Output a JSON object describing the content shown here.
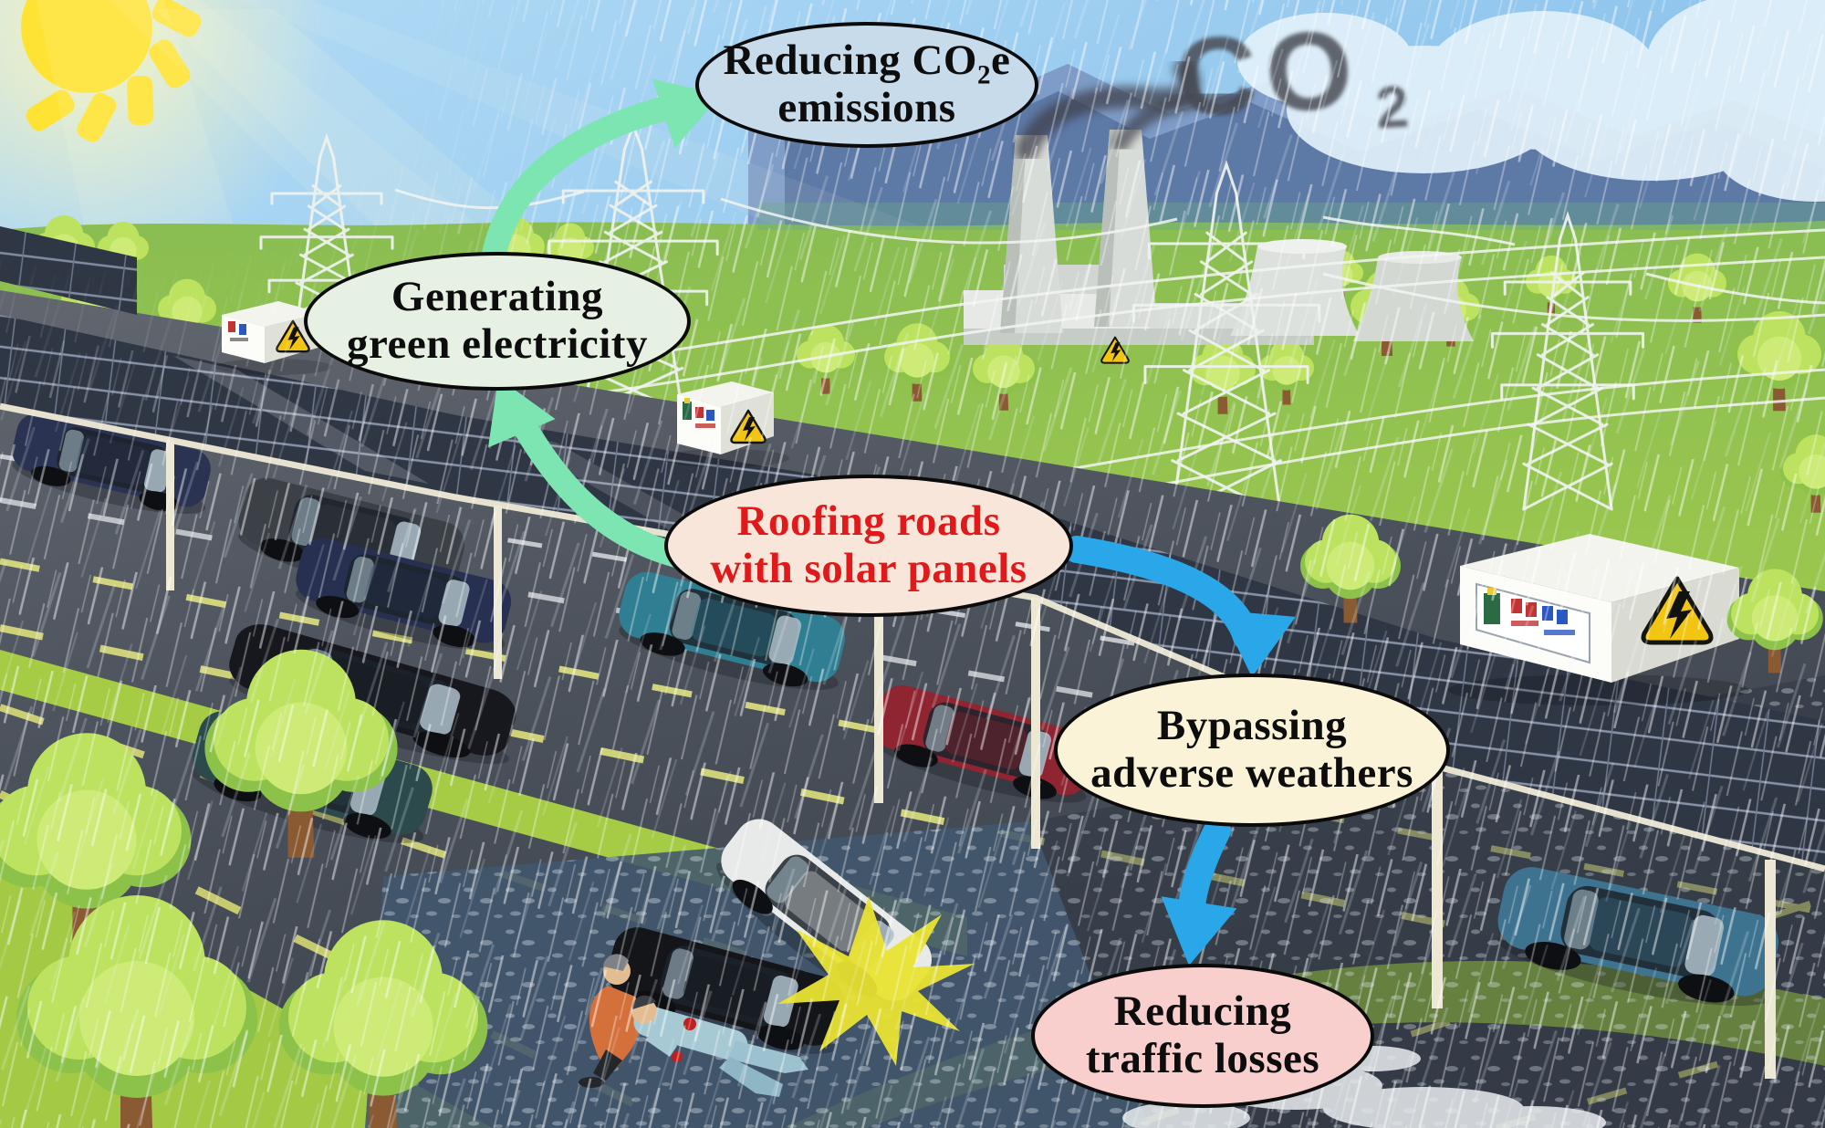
{
  "nodes": {
    "reduce_co2": {
      "line1_pre": "Reducing CO",
      "line1_sub": "2",
      "line1_post": "e",
      "line2": "emissions",
      "fill": "#c7dbeb",
      "text": "#0d0d0d"
    },
    "generate": {
      "line1": "Generating",
      "line2": "green electricity",
      "fill": "#e7f1e3",
      "text": "#0d0d0d"
    },
    "roofing": {
      "line1": "Roofing roads",
      "line2": "with solar panels",
      "fill": "#f9e6da",
      "text": "#e01a1a"
    },
    "bypass": {
      "line1": "Bypassing",
      "line2": "adverse weathers",
      "fill": "#fbf3d7",
      "text": "#0d0d0d"
    },
    "traffic": {
      "line1": "Reducing",
      "line2": "traffic losses",
      "fill": "#f9cfcd",
      "text": "#0d0d0d"
    }
  },
  "smoke_label": {
    "pre": "CO",
    "sub": "2"
  },
  "colors": {
    "arrow_green": "#7ce5b2",
    "arrow_blue": "#2aa7e8",
    "node_border": "#0b0b0b",
    "sun": "#ffe334",
    "smoke": "#45464f",
    "panel": "#2f3644",
    "flood": "#41566e",
    "starburst": "#e9e433",
    "warning_yellow": "#f2c512",
    "grass": "#a4ca45",
    "road": "#4c525c"
  }
}
